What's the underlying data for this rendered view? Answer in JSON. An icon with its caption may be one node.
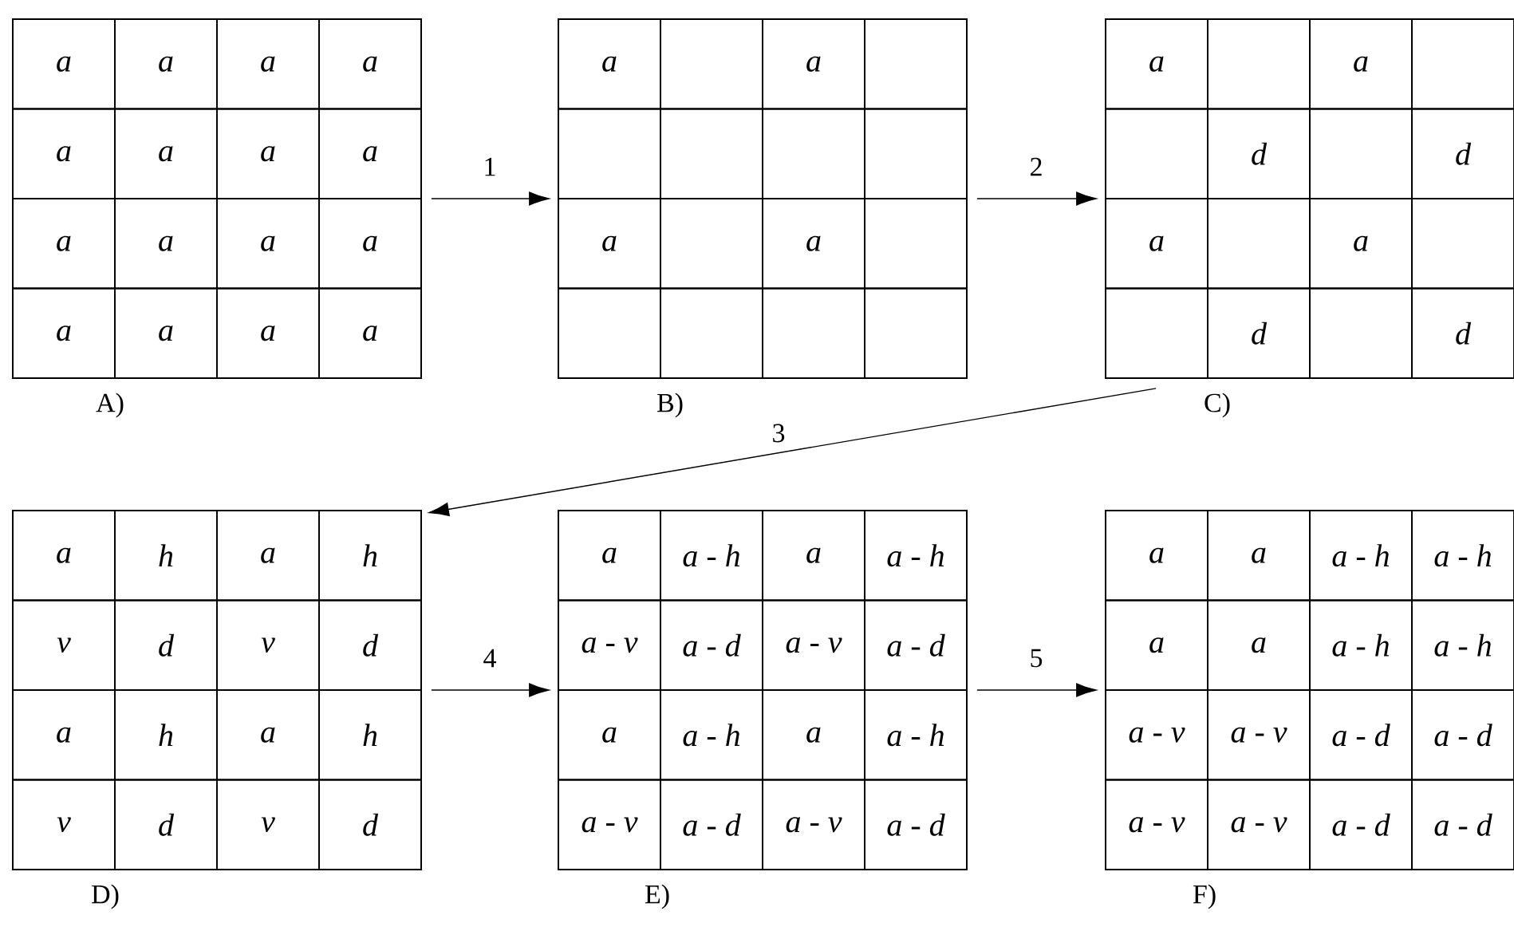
{
  "diagram": {
    "nodes": [
      {
        "text": [],
        "shape": "box",
        "beside": [
          "A)"
        ]
      },
      {
        "text": [
          "a"
        ],
        "in": 0
      },
      {
        "text": [
          "a"
        ],
        "in": 0
      },
      {
        "text": [
          "a"
        ],
        "in": 0
      },
      {
        "text": [
          "a"
        ],
        "in": 0
      },
      {
        "text": [
          "a"
        ],
        "in": 0
      },
      {
        "text": [
          "a"
        ],
        "in": 0
      },
      {
        "text": [
          "a"
        ],
        "in": 0
      },
      {
        "text": [
          "a"
        ],
        "in": 0
      },
      {
        "text": [
          "a"
        ],
        "in": 0
      },
      {
        "text": [
          "a"
        ],
        "in": 0
      },
      {
        "text": [
          "a"
        ],
        "in": 0
      },
      {
        "text": [
          "a"
        ],
        "in": 0
      },
      {
        "text": [
          "a"
        ],
        "in": 0
      },
      {
        "text": [
          "a"
        ],
        "in": 0
      },
      {
        "text": [
          "a"
        ],
        "in": 0
      },
      {
        "text": [
          "a"
        ],
        "in": 0
      },
      {
        "text": [],
        "shape": "box",
        "beside": [
          "B)"
        ]
      },
      {
        "text": [
          "a"
        ],
        "in": 17
      },
      {
        "text": [],
        "shape": "box",
        "in": 17
      },
      {
        "text": [
          "a"
        ],
        "in": 17
      },
      {
        "text": [],
        "shape": "box",
        "in": 17
      },
      {
        "text": [],
        "shape": "box",
        "in": 17
      },
      {
        "text": [],
        "shape": "box",
        "in": 17
      },
      {
        "text": [],
        "shape": "box",
        "in": 17
      },
      {
        "text": [],
        "shape": "box",
        "in": 17
      },
      {
        "text": [
          "a"
        ],
        "in": 17
      },
      {
        "text": [],
        "shape": "box",
        "in": 17
      },
      {
        "text": [
          "a"
        ],
        "in": 17
      },
      {
        "text": [],
        "shape": "box",
        "in": 17
      },
      {
        "text": [],
        "shape": "box",
        "in": 17
      },
      {
        "text": [],
        "shape": "box",
        "in": 17
      },
      {
        "text": [],
        "shape": "box",
        "in": 17
      },
      {
        "text": [],
        "shape": "box",
        "in": 17
      },
      {
        "text": [],
        "shape": "box",
        "beside": [
          "C)"
        ]
      },
      {
        "text": [
          "a"
        ],
        "in": 34
      },
      {
        "text": [],
        "shape": "box",
        "in": 34
      },
      {
        "text": [
          "a"
        ],
        "in": 34
      },
      {
        "text": [],
        "shape": "box",
        "in": 34
      },
      {
        "text": [],
        "shape": "box",
        "in": 34
      },
      {
        "text": [
          "d"
        ],
        "in": 34
      },
      {
        "text": [],
        "shape": "box",
        "in": 34
      },
      {
        "text": [
          "d"
        ],
        "in": 34
      },
      {
        "text": [
          "a"
        ],
        "in": 34
      },
      {
        "text": [],
        "shape": "box",
        "in": 34
      },
      {
        "text": [
          "a"
        ],
        "in": 34
      },
      {
        "text": [],
        "shape": "box",
        "in": 34
      },
      {
        "text": [],
        "shape": "box",
        "in": 34
      },
      {
        "text": [
          "d"
        ],
        "in": 34
      },
      {
        "text": [],
        "shape": "box",
        "in": 34
      },
      {
        "text": [
          "d"
        ],
        "in": 34
      },
      {
        "text": [],
        "shape": "box",
        "beside": [
          "D)"
        ]
      },
      {
        "text": [
          "a"
        ],
        "in": 51
      },
      {
        "text": [
          "h"
        ],
        "in": 51
      },
      {
        "text": [
          "a"
        ],
        "in": 51
      },
      {
        "text": [
          "h"
        ],
        "in": 51
      },
      {
        "text": [
          "v"
        ],
        "in": 51
      },
      {
        "text": [
          "d"
        ],
        "in": 51
      },
      {
        "text": [
          "v"
        ],
        "in": 51
      },
      {
        "text": [
          "d"
        ],
        "in": 51
      },
      {
        "text": [
          "a"
        ],
        "in": 51
      },
      {
        "text": [
          "h"
        ],
        "in": 51
      },
      {
        "text": [
          "a"
        ],
        "in": 51
      },
      {
        "text": [
          "h"
        ],
        "in": 51
      },
      {
        "text": [
          "v"
        ],
        "in": 51
      },
      {
        "text": [
          "d"
        ],
        "in": 51
      },
      {
        "text": [
          "v"
        ],
        "in": 51
      },
      {
        "text": [
          "d"
        ],
        "in": 51
      },
      {
        "text": [],
        "shape": "box",
        "beside": [
          "E)"
        ]
      },
      {
        "text": [
          "a"
        ],
        "in": 68
      },
      {
        "text": [
          "a - h"
        ],
        "in": 68
      },
      {
        "text": [
          "a"
        ],
        "in": 68
      },
      {
        "text": [
          "a - h"
        ],
        "in": 68
      },
      {
        "text": [
          "a - v"
        ],
        "in": 68
      },
      {
        "text": [
          "a - d"
        ],
        "in": 68
      },
      {
        "text": [
          "a - v"
        ],
        "in": 68
      },
      {
        "text": [
          "a - d"
        ],
        "in": 68
      },
      {
        "text": [
          "a"
        ],
        "in": 68
      },
      {
        "text": [
          "a - h"
        ],
        "in": 68
      },
      {
        "text": [
          "a"
        ],
        "in": 68
      },
      {
        "text": [
          "a - h"
        ],
        "in": 68
      },
      {
        "text": [
          "a - v"
        ],
        "in": 68
      },
      {
        "text": [
          "a - d"
        ],
        "in": 68
      },
      {
        "text": [
          "a - v"
        ],
        "in": 68
      },
      {
        "text": [
          "a - d"
        ],
        "in": 68
      },
      {
        "text": [],
        "shape": "box",
        "beside": [
          "F)"
        ]
      },
      {
        "text": [
          "a"
        ],
        "in": 85
      },
      {
        "text": [
          "a"
        ],
        "in": 85
      },
      {
        "text": [
          "a - h"
        ],
        "in": 85
      },
      {
        "text": [
          "a - h"
        ],
        "in": 85
      },
      {
        "text": [
          "a"
        ],
        "in": 85
      },
      {
        "text": [
          "a"
        ],
        "in": 85
      },
      {
        "text": [
          "a - h"
        ],
        "in": 85
      },
      {
        "text": [
          "a - h"
        ],
        "in": 85
      },
      {
        "text": [
          "a - v"
        ],
        "in": 85
      },
      {
        "text": [
          "a - v"
        ],
        "in": 85
      },
      {
        "text": [
          "a - d"
        ],
        "in": 85
      },
      {
        "text": [
          "a - d"
        ],
        "in": 85
      },
      {
        "text": [
          "a - v"
        ],
        "in": 85
      },
      {
        "text": [
          "a - v"
        ],
        "in": 85
      },
      {
        "text": [
          "a - d"
        ],
        "in": 85
      },
      {
        "text": [
          "a - d"
        ],
        "in": 85
      }
    ],
    "edges": [
      {
        "from": 0,
        "to": 17,
        "arrow": "to",
        "label": "1"
      },
      {
        "from": 17,
        "to": 34,
        "arrow": "to",
        "label": "2"
      },
      {
        "from": 34,
        "to": 51,
        "arrow": "to",
        "label": "3"
      },
      {
        "from": 51,
        "to": 68,
        "arrow": "to",
        "label": "4"
      },
      {
        "from": 68,
        "to": 85,
        "arrow": "to",
        "label": "5"
      }
    ]
  }
}
